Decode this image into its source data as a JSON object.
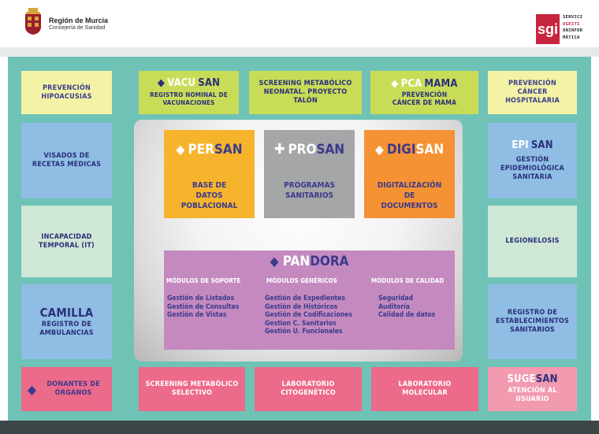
{
  "header": {
    "org_name": "Región de Murcia",
    "org_sub": "Consejería de Sanidad",
    "sgi_logo": "sgi",
    "sgi_lines": [
      "SERVICI",
      "OGESTI",
      "ONINFOR",
      "MÁTICA"
    ]
  },
  "colors": {
    "teal_background": "#6ec3b6",
    "yellow": "#f4f2a4",
    "lime": "#c9dc58",
    "blue": "#8fbde4",
    "mint": "#cfe8d6",
    "pink": "#ef7e9a",
    "persan": "#f6b42c",
    "prosan": "#a4a6a8",
    "digisan": "#f59233",
    "pandora": "#c48ac0",
    "navy_text": "#3b3a8c"
  },
  "top": {
    "prevencion_hipoacusias": "PREVENCIÓN HIPOACUSIAS",
    "vacusan": {
      "a": "VACU",
      "b": "SAN",
      "icon": "syringe-icon",
      "desc": "REGISTRO NOMINAL DE VACUNACIONES"
    },
    "screening_neonatal": "SCREENING METABÓLICO NEONATAL. PROYECTO TALÓN",
    "pcamama": {
      "a": "PCA",
      "b": "MAMA",
      "icon": "eye-icon",
      "desc": "PREVENCIÓN CÁNCER DE MAMA"
    },
    "prevencion_cancer_hosp": "PREVENCIÓN CÁNCER HOSPITALARIA"
  },
  "left": {
    "visados": "VISADOS DE RECETAS MÉDICAS",
    "incapacidad": "INCAPACIDAD TEMPORAL (IT)",
    "camilla_title": "CAMILLA",
    "camilla_desc": "REGISTRO DE AMBULANCIAS"
  },
  "right": {
    "episan": {
      "a": "EPI",
      "b": "SAN",
      "desc": "GESTIÓN EPIDEMIOLÓGICA SANITARIA"
    },
    "legionelosis": "LEGIONELOSIS",
    "registro_establecimientos": "REGISTRO DE ESTABLECIMIENTOS SANITARIOS"
  },
  "core": {
    "persan": {
      "a": "PER",
      "b": "SAN",
      "desc": "BASE DE DATOS POBLACIONAL"
    },
    "prosan": {
      "a": "PRO",
      "b": "SAN",
      "desc": "PROGRAMAS SANITARIOS"
    },
    "digisan": {
      "a": "DIGI",
      "b": "SAN",
      "desc": "DIGITALIZACIÓN DE DOCUMENTOS"
    }
  },
  "pandora": {
    "a": "PAN",
    "b": "DORA",
    "columns": [
      {
        "heading": "MÓDULOS DE SOPORTE",
        "items": [
          "Gestión de Listados",
          "Gestión de Consultas",
          "Gestión de Vistas"
        ]
      },
      {
        "heading": "MÓDULOS GENÉRICOS",
        "items": [
          "Gestión de Expedientes",
          "Gestión de Históricos",
          "Gestión de Codificaciones",
          "Gestion C. Sanitarios",
          "Gestión U. Funcionales"
        ]
      },
      {
        "heading": "MÓDULOS DE CALIDAD",
        "items": [
          "Seguridad",
          "Auditoría",
          "Calidad de datos"
        ]
      }
    ]
  },
  "bottom": {
    "donantes": "DONANTES DE ÓRGANOS",
    "screening_selectivo": "SCREENING METABÓLICO SELECTIVO",
    "citogenetico": "LABORATORIO CITOGENÉTICO",
    "molecular": "LABORATORIO MOLECULAR",
    "sugesan": {
      "a": "SUGE",
      "b": "SAN",
      "desc": "ATENCIÓN AL USUARIO"
    }
  }
}
